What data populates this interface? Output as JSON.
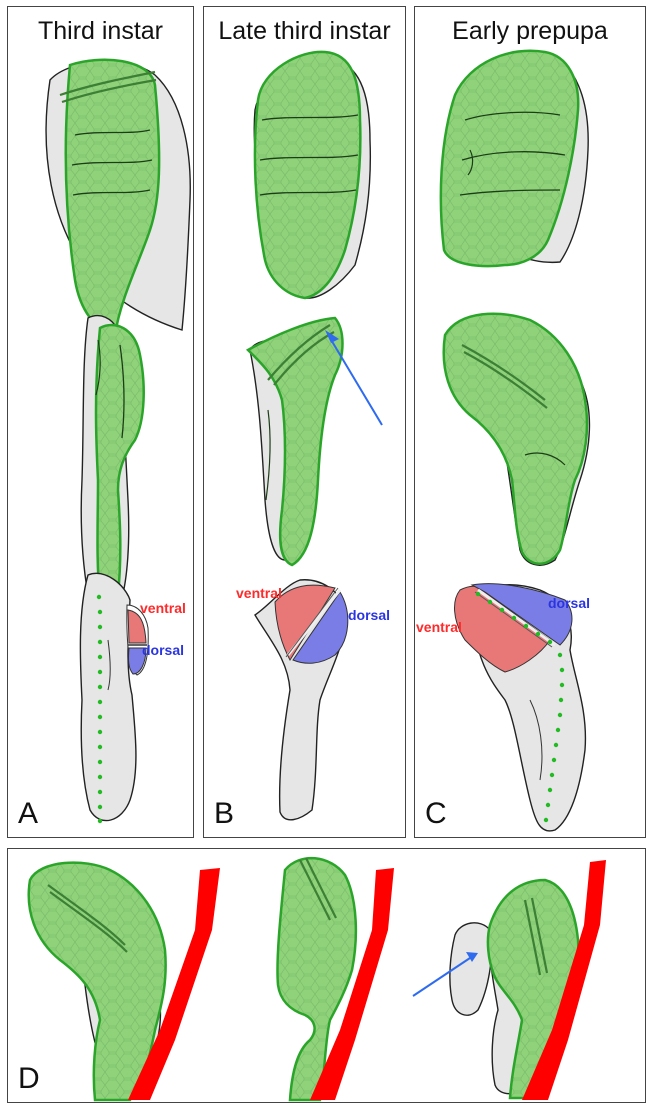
{
  "panels": {
    "a": {
      "title": "Third instar",
      "letter": "A",
      "label_ventral": "ventral",
      "label_dorsal": "dorsal"
    },
    "b": {
      "title": "Late third instar",
      "letter": "B",
      "label_ventral": "ventral",
      "label_dorsal": "dorsal"
    },
    "c": {
      "title": "Early prepupa",
      "letter": "C",
      "label_ventral": "ventral",
      "label_dorsal": "dorsal"
    },
    "d": {
      "letter": "D"
    }
  },
  "colors": {
    "epithelium_green": "#8fd27a",
    "epithelium_outline": "#2aa52a",
    "tissue_gray": "#e6e6e6",
    "ventral_red": "#e87878",
    "dorsal_blue": "#7b7de6",
    "label_ventral": "#ff2a2a",
    "label_dorsal": "#2a35e0",
    "arrow_blue": "#2f6bef",
    "trachea_red": "#ff0000",
    "dots_green": "#22bb22"
  }
}
